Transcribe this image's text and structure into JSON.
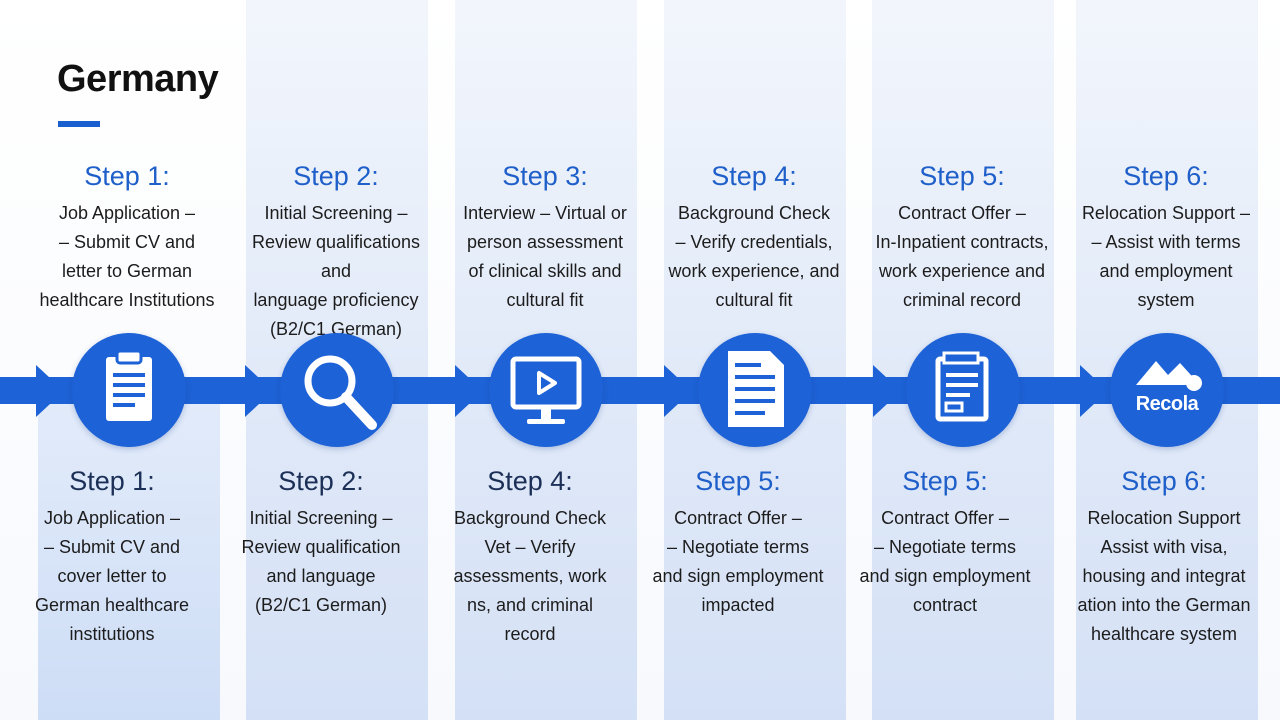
{
  "title": "Germany",
  "colors": {
    "accent": "#1d62d6",
    "heading_blue": "#1f5fc9",
    "heading_dark": "#1c2f57",
    "text": "#1c1c1c"
  },
  "steps_top": [
    {
      "heading": "Step 1:",
      "lines": [
        "Job Application –",
        "– Submit CV and",
        "letter to German",
        "healthcare Institutions"
      ]
    },
    {
      "heading": "Step 2:",
      "lines": [
        "Initial Screening –",
        "Review qualifications and",
        "language proficiency",
        "(B2/C1 German)"
      ]
    },
    {
      "heading": "Step 3:",
      "lines": [
        "Interview – Virtual or",
        "person assessment",
        "of clinical skills and",
        "cultural fit"
      ]
    },
    {
      "heading": "Step 4:",
      "lines": [
        "Background Check",
        "– Verify credentials,",
        "work experience, and",
        "cultural fit"
      ]
    },
    {
      "heading": "Step 5:",
      "lines": [
        "Contract Offer –",
        "In-Inpatient contracts,",
        "work experience and",
        "criminal record"
      ]
    },
    {
      "heading": "Step 6:",
      "lines": [
        "Relocation Support –",
        "– Assist with terms",
        "and employment",
        "system"
      ]
    }
  ],
  "steps_bottom": [
    {
      "heading": "Step 1:",
      "lines": [
        "Job Application –",
        "– Submit CV and",
        "cover letter to",
        "German healthcare",
        "institutions"
      ]
    },
    {
      "heading": "Step 2:",
      "lines": [
        "Initial Screening –",
        "Review qualification",
        "and language",
        "(B2/C1 German)"
      ]
    },
    {
      "heading": "Step 4:",
      "lines": [
        "Background Check",
        "Vet – Verify",
        "assessments, work",
        "ns, and criminal",
        "record"
      ]
    },
    {
      "heading": "Step 5:",
      "lines": [
        "Contract Offer –",
        "– Negotiate terms",
        "and sign employment",
        "impacted"
      ]
    },
    {
      "heading": "Step 5:",
      "lines": [
        "Contract Offer –",
        "– Negotiate terms",
        "and sign employment",
        "contract"
      ]
    },
    {
      "heading": "Step 6:",
      "lines": [
        "Relocation Support",
        "Assist with visa,",
        "housing and integrat",
        "ation into the German",
        "healthcare system"
      ]
    }
  ],
  "icons": [
    {
      "name": "clipboard-icon"
    },
    {
      "name": "magnifier-icon"
    },
    {
      "name": "monitor-video-icon"
    },
    {
      "name": "document-icon"
    },
    {
      "name": "contract-icon"
    },
    {
      "name": "relocation-icon",
      "label": "Recola"
    }
  ]
}
